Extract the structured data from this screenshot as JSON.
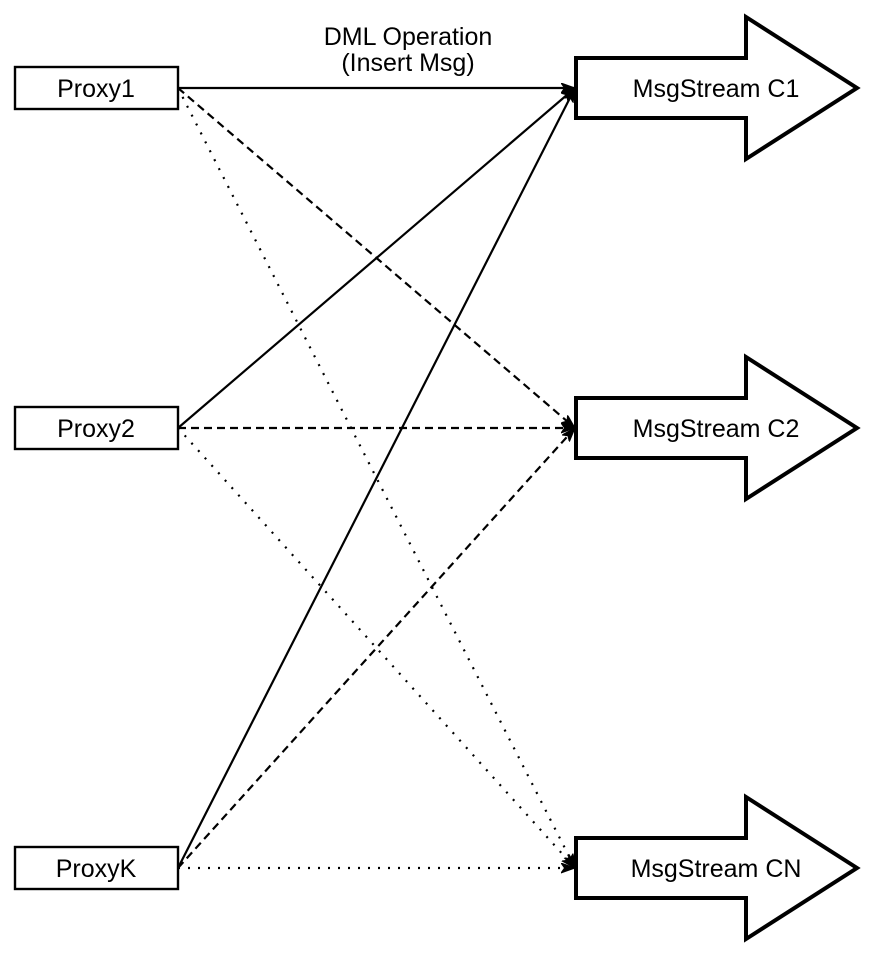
{
  "diagram": {
    "background": "#ffffff",
    "stroke_color": "#000000",
    "fill_color": "#ffffff",
    "annotation": {
      "line1": "DML Operation",
      "line2": "(Insert Msg)"
    },
    "proxies": [
      {
        "id": "proxy1",
        "label": "Proxy1"
      },
      {
        "id": "proxy2",
        "label": "Proxy2"
      },
      {
        "id": "proxyk",
        "label": "ProxyK"
      }
    ],
    "streams": [
      {
        "id": "c1",
        "label": "MsgStream C1"
      },
      {
        "id": "c2",
        "label": "MsgStream C2"
      },
      {
        "id": "cn",
        "label": "MsgStream CN"
      }
    ],
    "edges": [
      {
        "from": "Proxy1",
        "to": "MsgStream C1",
        "style": "solid"
      },
      {
        "from": "Proxy1",
        "to": "MsgStream C2",
        "style": "dashed"
      },
      {
        "from": "Proxy1",
        "to": "MsgStream CN",
        "style": "dotted"
      },
      {
        "from": "Proxy2",
        "to": "MsgStream C1",
        "style": "solid"
      },
      {
        "from": "Proxy2",
        "to": "MsgStream C2",
        "style": "dashed"
      },
      {
        "from": "Proxy2",
        "to": "MsgStream CN",
        "style": "dotted"
      },
      {
        "from": "ProxyK",
        "to": "MsgStream C1",
        "style": "solid"
      },
      {
        "from": "ProxyK",
        "to": "MsgStream C2",
        "style": "dashed"
      },
      {
        "from": "ProxyK",
        "to": "MsgStream CN",
        "style": "dotted"
      }
    ]
  }
}
